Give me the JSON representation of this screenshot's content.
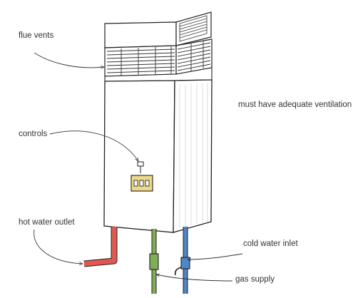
{
  "labels": {
    "flue_vents": "flue vents",
    "ventilation_note": "must have adequate ventilation",
    "controls": "controls",
    "hot_water_outlet": "hot water outlet",
    "cold_water_inlet": "cold water inlet",
    "gas_supply": "gas supply"
  },
  "colors": {
    "hot_pipe": "#e0584f",
    "cold_pipe": "#4f86c6",
    "gas_pipe": "#7fae57",
    "control_panel": "#ecd98a",
    "cabinet": "#ffffff",
    "outline": "#222222",
    "annotation_line": "#333333"
  },
  "icons": {
    "controls": "control-panel-icon",
    "flue": "flue-vent-icon"
  }
}
